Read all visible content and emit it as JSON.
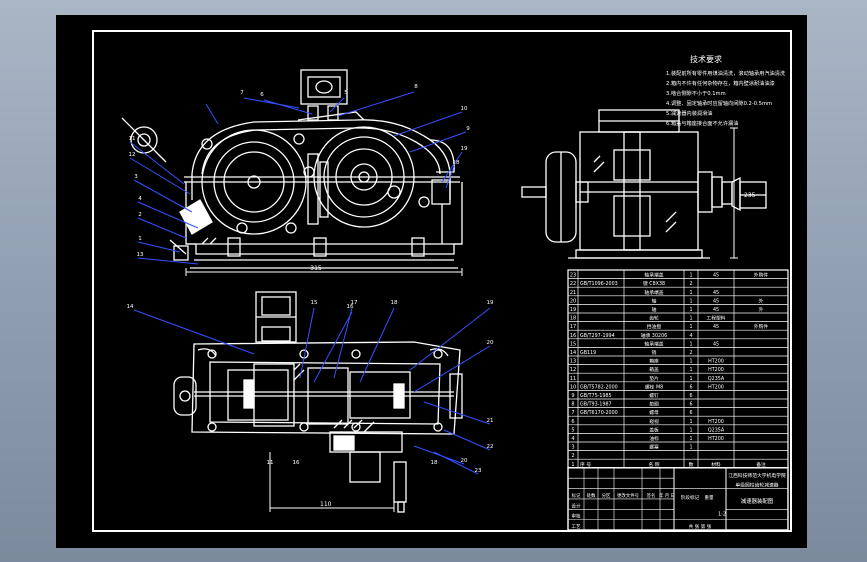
{
  "notes": {
    "title": "技术要求",
    "lines": [
      "1.装配前所有零件用煤油清洗，滚动轴承用汽油清洗",
      "2.箱内不许有任何杂物存在，箱内壁涂耐油油漆",
      "3.啮合侧隙不小于0.1mm",
      "4.调整、固定轴承时应留轴向间隙0.2-0.5mm",
      "5.减速器内装润滑油",
      "6.箱盖与箱座接合面不允许漏油"
    ]
  },
  "dimensions": {
    "front_width": "315",
    "plan_width": "110",
    "side_height": "235"
  },
  "balloons": {
    "front_top": [
      "7",
      "6",
      "5",
      "8"
    ],
    "front_right": [
      "10",
      "9",
      "19",
      "18"
    ],
    "front_left": [
      "11",
      "12",
      "3",
      "4",
      "2",
      "1",
      "13"
    ],
    "plan_top": [
      "14",
      "15",
      "16",
      "17",
      "18",
      "19"
    ],
    "plan_right": [
      "20",
      "21",
      "22",
      "23"
    ],
    "plan_bottom": [
      "11",
      "16",
      "18",
      "20"
    ]
  },
  "parts_table": {
    "rows": [
      {
        "no": "23",
        "std": "",
        "name": "轴承端盖",
        "qty": "1",
        "mat": "45",
        "note": "外购件"
      },
      {
        "no": "22",
        "std": "GB/T1096-2003",
        "name": "键 C8X38",
        "qty": "2",
        "mat": "",
        "note": ""
      },
      {
        "no": "21",
        "std": "",
        "name": "轴承端盖",
        "qty": "1",
        "mat": "45",
        "note": ""
      },
      {
        "no": "20",
        "std": "",
        "name": "轴",
        "qty": "1",
        "mat": "45",
        "note": "外"
      },
      {
        "no": "19",
        "std": "",
        "name": "轴",
        "qty": "1",
        "mat": "45",
        "note": "外"
      },
      {
        "no": "18",
        "std": "",
        "name": "齿轮",
        "qty": "1",
        "mat": "工程塑料",
        "note": ""
      },
      {
        "no": "17",
        "std": "",
        "name": "挡油盘",
        "qty": "1",
        "mat": "45",
        "note": "外购件"
      },
      {
        "no": "16",
        "std": "GB/T297-1994",
        "name": "轴承 30206",
        "qty": "4",
        "mat": "",
        "note": ""
      },
      {
        "no": "15",
        "std": "",
        "name": "轴承端盖",
        "qty": "1",
        "mat": "45",
        "note": ""
      },
      {
        "no": "14",
        "std": "GB119",
        "name": "销",
        "qty": "2",
        "mat": "",
        "note": ""
      },
      {
        "no": "13",
        "std": "",
        "name": "箱座",
        "qty": "1",
        "mat": "HT200",
        "note": ""
      },
      {
        "no": "12",
        "std": "",
        "name": "箱盖",
        "qty": "1",
        "mat": "HT200",
        "note": ""
      },
      {
        "no": "11",
        "std": "",
        "name": "垫片",
        "qty": "1",
        "mat": "Q235A",
        "note": ""
      },
      {
        "no": "10",
        "std": "GB/T5782-2000",
        "name": "螺栓 M8",
        "qty": "6",
        "mat": "HT200",
        "note": ""
      },
      {
        "no": "9",
        "std": "GB/T75-1985",
        "name": "螺钉",
        "qty": "6",
        "mat": "",
        "note": ""
      },
      {
        "no": "8",
        "std": "GB/T93-1987",
        "name": "垫圈",
        "qty": "6",
        "mat": "",
        "note": ""
      },
      {
        "no": "7",
        "std": "GB/T6170-2000",
        "name": "螺母",
        "qty": "6",
        "mat": "",
        "note": ""
      },
      {
        "no": "6",
        "std": "",
        "name": "窥视",
        "qty": "1",
        "mat": "HT200",
        "note": ""
      },
      {
        "no": "5",
        "std": "",
        "name": "盖板",
        "qty": "1",
        "mat": "Q235A",
        "note": ""
      },
      {
        "no": "4",
        "std": "",
        "name": "油标",
        "qty": "1",
        "mat": "HT200",
        "note": ""
      },
      {
        "no": "3",
        "std": "",
        "name": "螺塞",
        "qty": "1",
        "mat": "",
        "note": ""
      },
      {
        "no": "2",
        "std": "",
        "name": "",
        "qty": "",
        "mat": "",
        "note": ""
      },
      {
        "no": "1",
        "std": "序 号",
        "name": "名 称",
        "qty": "数",
        "mat": "材料",
        "note": "备注"
      }
    ]
  },
  "title_block": {
    "company": "江西科技师范大学机电学院",
    "drawing_name": "单级圆柱齿轮减速器",
    "main_name": "减速器装配图",
    "scale": "1:2",
    "sheet": "共 张 第 张",
    "header_cells": [
      "标记",
      "处数",
      "分区",
      "更改文件号",
      "签名",
      "年 月 日"
    ],
    "roles": [
      "设计",
      "审核",
      "工艺",
      "批准"
    ],
    "stage": "阶段标记",
    "weight": "重量",
    "ratio": "比例"
  }
}
